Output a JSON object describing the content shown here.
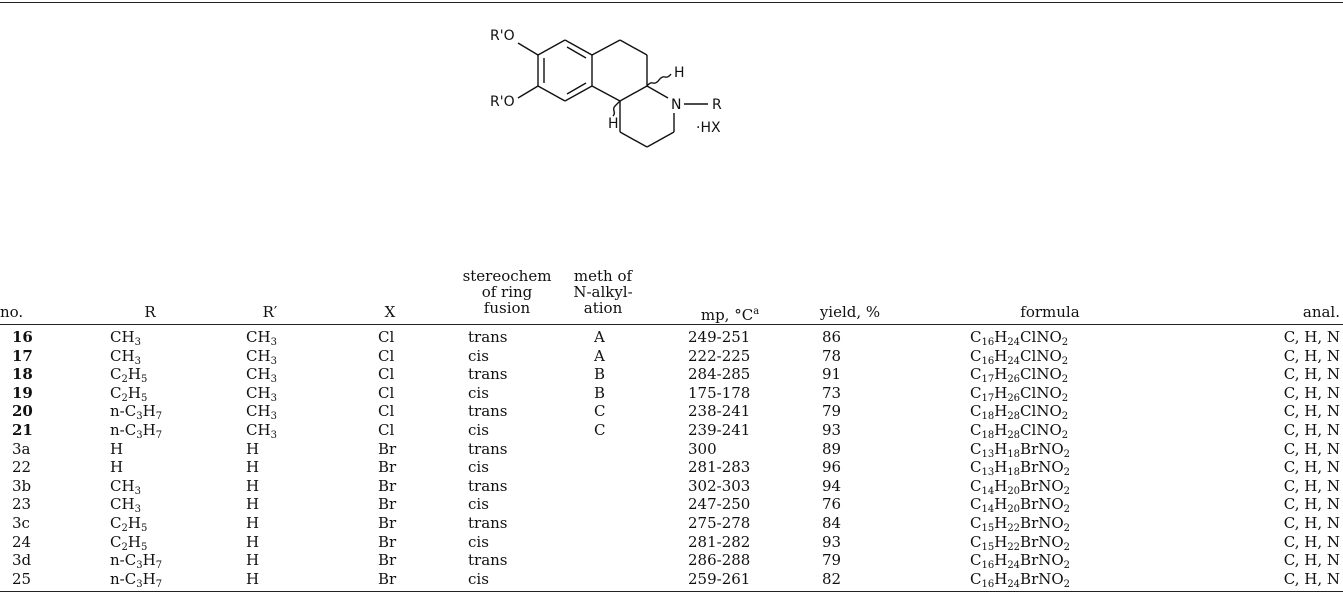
{
  "structure": {
    "labels": {
      "r1": "R'O",
      "r2": "R'O",
      "n": "N",
      "r": "R",
      "h_top": "H",
      "h_bottom": "H",
      "hx": "·HX"
    }
  },
  "columns": [
    {
      "key": "no",
      "label": "no."
    },
    {
      "key": "R",
      "label": "R"
    },
    {
      "key": "R1",
      "label": "R′"
    },
    {
      "key": "X",
      "label": "X"
    },
    {
      "key": "stereo",
      "label": "stereochem\nof ring\nfusion"
    },
    {
      "key": "meth",
      "label": "meth of\nN-alkyl-\nation"
    },
    {
      "key": "mp",
      "label": "mp, °C",
      "sup": "a"
    },
    {
      "key": "yield",
      "label": "yield, %"
    },
    {
      "key": "formula",
      "label": "formula"
    },
    {
      "key": "anal",
      "label": "anal."
    }
  ],
  "rows": [
    {
      "no": "16",
      "no_bold": true,
      "R": "CH_3",
      "R1": "CH_3",
      "X": "Cl",
      "stereo": "trans",
      "meth": "A",
      "mp": "249-251",
      "yield": "86",
      "formula": "C_16H_24ClNO_2",
      "anal": "C, H, N"
    },
    {
      "no": "17",
      "no_bold": true,
      "R": "CH_3",
      "R1": "CH_3",
      "X": "Cl",
      "stereo": "cis",
      "meth": "A",
      "mp": "222-225",
      "yield": "78",
      "formula": "C_16H_24ClNO_2",
      "anal": "C, H, N"
    },
    {
      "no": "18",
      "no_bold": true,
      "R": "C_2H_5",
      "R1": "CH_3",
      "X": "Cl",
      "stereo": "trans",
      "meth": "B",
      "mp": "284-285",
      "yield": "91",
      "formula": "C_17H_26ClNO_2",
      "anal": "C, H, N"
    },
    {
      "no": "19",
      "no_bold": true,
      "R": "C_2H_5",
      "R1": "CH_3",
      "X": "Cl",
      "stereo": "cis",
      "meth": "B",
      "mp": "175-178",
      "yield": "73",
      "formula": "C_17H_26ClNO_2",
      "anal": "C, H, N"
    },
    {
      "no": "20",
      "no_bold": true,
      "R": "n-C_3H_7",
      "R1": "CH_3",
      "X": "Cl",
      "stereo": "trans",
      "meth": "C",
      "mp": "238-241",
      "yield": "79",
      "formula": "C_18H_28ClNO_2",
      "anal": "C, H, N"
    },
    {
      "no": "21",
      "no_bold": true,
      "R": "n-C_3H_7",
      "R1": "CH_3",
      "X": "Cl",
      "stereo": "cis",
      "meth": "C",
      "mp": "239-241",
      "yield": "93",
      "formula": "C_18H_28ClNO_2",
      "anal": "C, H, N"
    },
    {
      "no": "3a",
      "no_bold": false,
      "R": "H",
      "R1": "H",
      "X": "Br",
      "stereo": "trans",
      "meth": "",
      "mp": "300",
      "yield": "89",
      "formula": "C_13H_18BrNO_2",
      "anal": "C, H, N"
    },
    {
      "no": "22",
      "no_bold": false,
      "R": "H",
      "R1": "H",
      "X": "Br",
      "stereo": "cis",
      "meth": "",
      "mp": "281-283",
      "yield": "96",
      "formula": "C_13H_18BrNO_2",
      "anal": "C, H, N"
    },
    {
      "no": "3b",
      "no_bold": false,
      "R": "CH_3",
      "R1": "H",
      "X": "Br",
      "stereo": "trans",
      "meth": "",
      "mp": "302-303",
      "yield": "94",
      "formula": "C_14H_20BrNO_2",
      "anal": "C, H, N"
    },
    {
      "no": "23",
      "no_bold": false,
      "R": "CH_3",
      "R1": "H",
      "X": "Br",
      "stereo": "cis",
      "meth": "",
      "mp": "247-250",
      "yield": "76",
      "formula": "C_14H_20BrNO_2",
      "anal": "C, H, N"
    },
    {
      "no": "3c",
      "no_bold": false,
      "R": "C_2H_5",
      "R1": "H",
      "X": "Br",
      "stereo": "trans",
      "meth": "",
      "mp": "275-278",
      "yield": "84",
      "formula": "C_15H_22BrNO_2",
      "anal": "C, H, N"
    },
    {
      "no": "24",
      "no_bold": false,
      "R": "C_2H_5",
      "R1": "H",
      "X": "Br",
      "stereo": "cis",
      "meth": "",
      "mp": "281-282",
      "yield": "93",
      "formula": "C_15H_22BrNO_2",
      "anal": "C, H, N"
    },
    {
      "no": "3d",
      "no_bold": false,
      "R": "n-C_3H_7",
      "R1": "H",
      "X": "Br",
      "stereo": "trans",
      "meth": "",
      "mp": "286-288",
      "yield": "79",
      "formula": "C_16H_24BrNO_2",
      "anal": "C, H, N"
    },
    {
      "no": "25",
      "no_bold": false,
      "R": "n-C_3H_7",
      "R1": "H",
      "X": "Br",
      "stereo": "cis",
      "meth": "",
      "mp": "259-261",
      "yield": "82",
      "formula": "C_16H_24BrNO_2",
      "anal": "C, H, N"
    }
  ]
}
